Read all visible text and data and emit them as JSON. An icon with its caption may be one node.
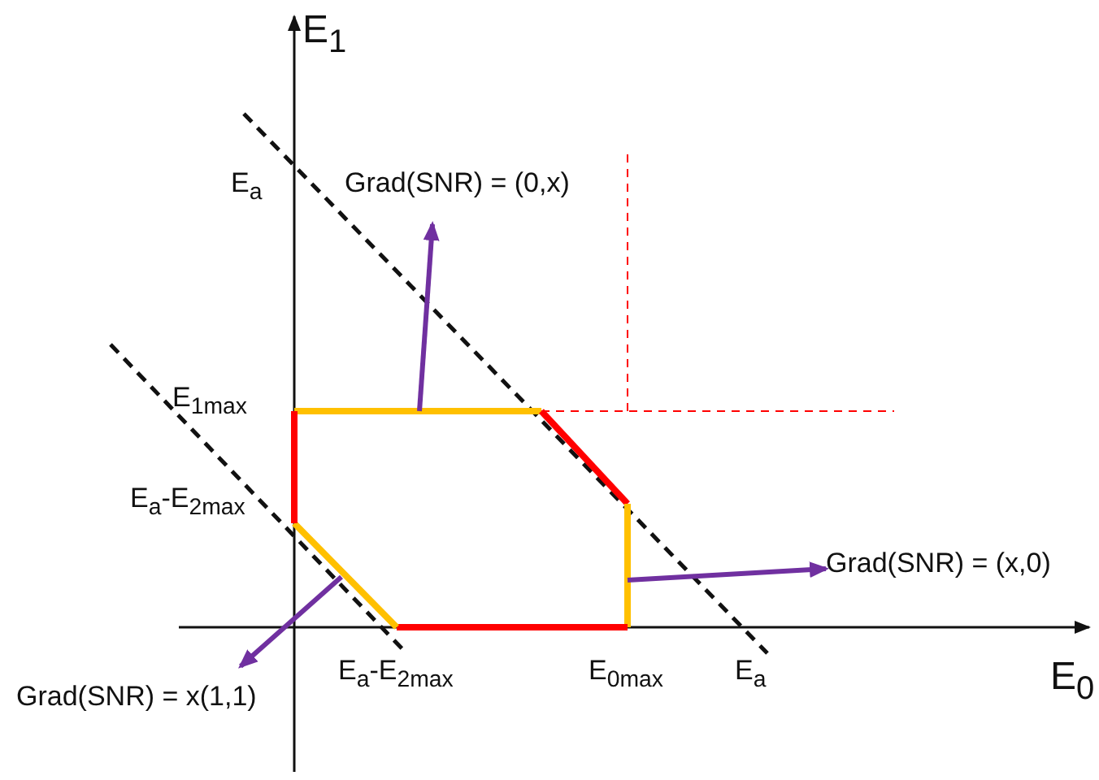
{
  "diagram": {
    "labels": [
      "E$_{1}$",
      "E$_{a}$",
      "Grad(SNR) = (0,x)",
      "E$_{1max}$",
      "E$_{a}$-E$_{2max}$",
      "Grad(SNR) = (x,0)",
      "Grad(SNR) = x(1,1)",
      "E$_{a}$-E$_{2max}$",
      "E$_{0max}$",
      "E$_{a}$",
      "E$_{0}$"
    ]
  }
}
